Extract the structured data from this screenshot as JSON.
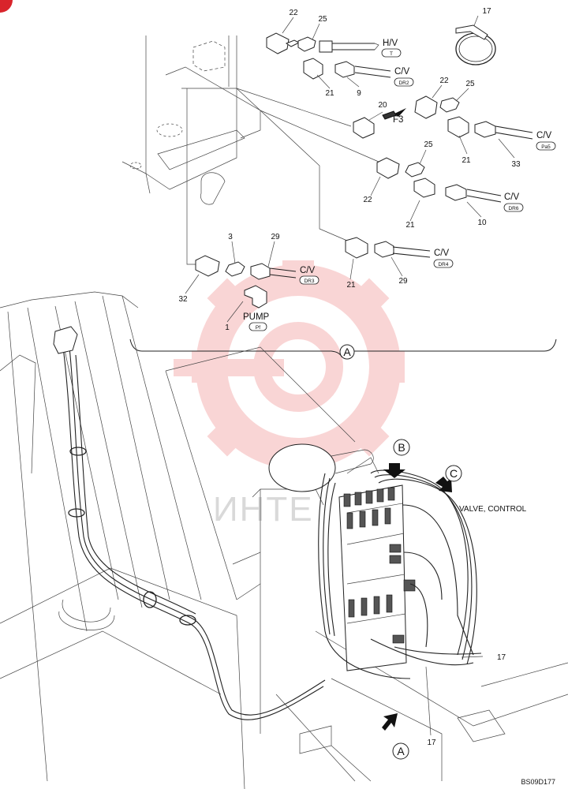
{
  "diagram_code": "BS09D177",
  "detail_view": "A",
  "view_markers": {
    "b": "B",
    "c": "C",
    "a": "A"
  },
  "watermark": "ИНТЕ",
  "callouts": [
    {
      "id": "c22a",
      "text": "22"
    },
    {
      "id": "c25a",
      "text": "25"
    },
    {
      "id": "c17a",
      "text": "17"
    },
    {
      "id": "c21a",
      "text": "21"
    },
    {
      "id": "c9",
      "text": "9"
    },
    {
      "id": "c22b",
      "text": "22"
    },
    {
      "id": "c25b",
      "text": "25"
    },
    {
      "id": "c20",
      "text": "20"
    },
    {
      "id": "c21b",
      "text": "21"
    },
    {
      "id": "c33",
      "text": "33"
    },
    {
      "id": "c25c",
      "text": "25"
    },
    {
      "id": "c22c",
      "text": "22"
    },
    {
      "id": "c21c",
      "text": "21"
    },
    {
      "id": "c10",
      "text": "10"
    },
    {
      "id": "c3",
      "text": "3"
    },
    {
      "id": "c29a",
      "text": "29"
    },
    {
      "id": "c32",
      "text": "32"
    },
    {
      "id": "c1",
      "text": "1"
    },
    {
      "id": "c21d",
      "text": "21"
    },
    {
      "id": "c29b",
      "text": "29"
    },
    {
      "id": "c17b",
      "text": "17"
    },
    {
      "id": "c17c",
      "text": "17"
    }
  ],
  "destinations": [
    {
      "id": "hv",
      "text": "H/V",
      "port": "T"
    },
    {
      "id": "cv_dr2",
      "text": "C/V",
      "port": "DR2"
    },
    {
      "id": "cv_pa5",
      "text": "C/V",
      "port": "Pa5"
    },
    {
      "id": "cv_dr6",
      "text": "C/V",
      "port": "DR6"
    },
    {
      "id": "cv_dr3",
      "text": "C/V",
      "port": "DR3"
    },
    {
      "id": "cv_dr4",
      "text": "C/V",
      "port": "DR4"
    },
    {
      "id": "pump",
      "text": "PUMP",
      "port": "Pf"
    }
  ],
  "labels": {
    "f3": "F3",
    "valve_control": "VALVE, CONTROL"
  }
}
